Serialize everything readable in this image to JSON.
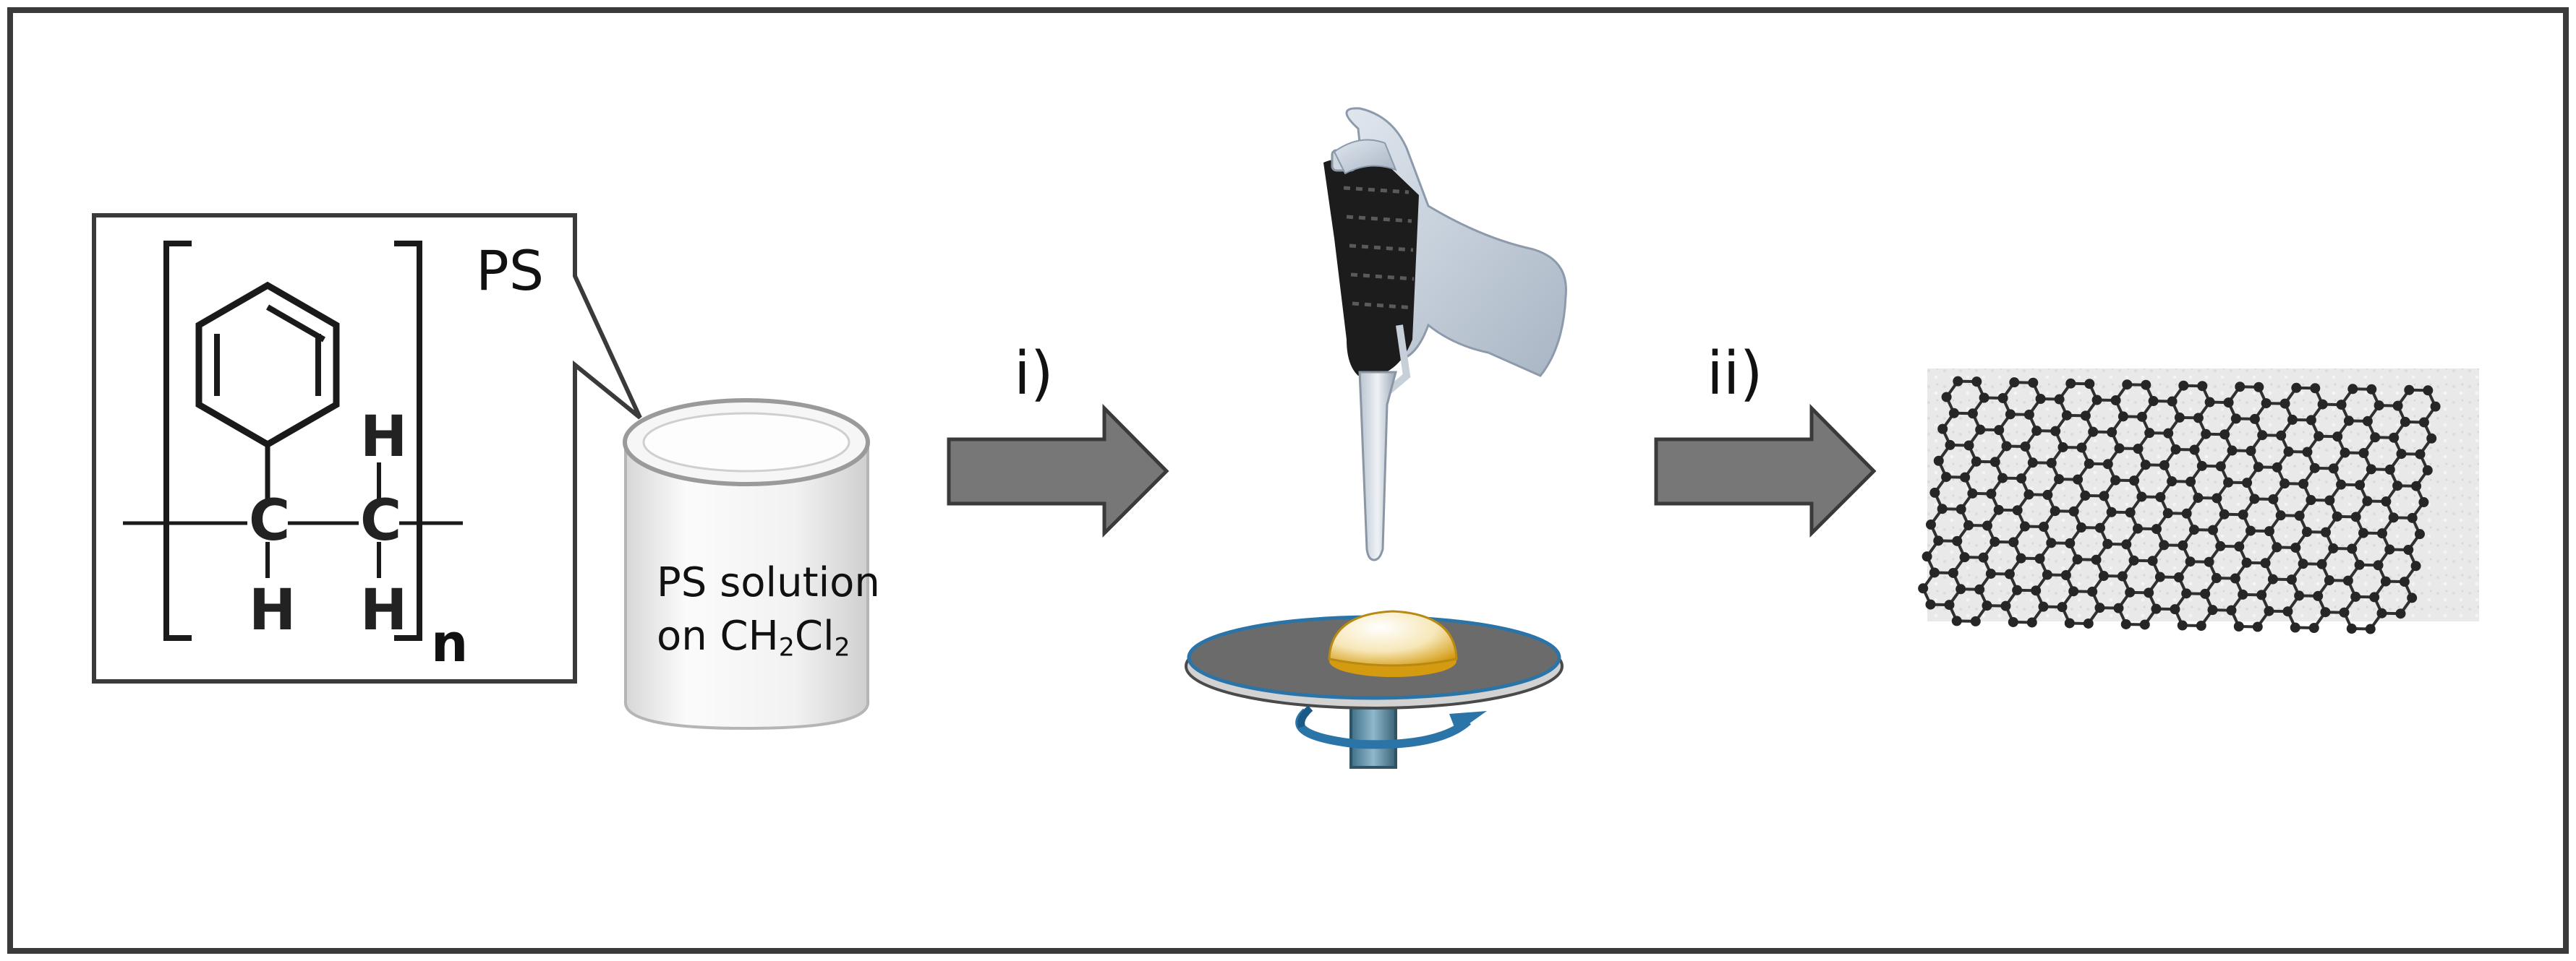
{
  "figure": {
    "polymer_label": "PS",
    "solution_line1": "PS solution",
    "solution_line2_prefix": "on CH",
    "solution_sub1": "2",
    "solution_mid": "Cl",
    "solution_sub2": "2",
    "repeat_subscript": "n",
    "atom_c": "C",
    "atom_h": "H",
    "step1_label": "i)",
    "step2_label": "ii)"
  },
  "colors": {
    "frame": "#3a3a3a",
    "arrow_fill": "#777777",
    "disk": "#6b6b6b",
    "rotation_arrow": "#2a74a8",
    "droplet": "#e0a81c",
    "glove": "#c9d2de",
    "pipette_grip": "#1c1c1c",
    "graphene_atom": "#2a2a2a"
  },
  "icons": [
    "beaker-icon",
    "pipette-hand-icon",
    "spin-coater-icon",
    "rotation-arrow-icon",
    "graphene-sheet-icon"
  ]
}
